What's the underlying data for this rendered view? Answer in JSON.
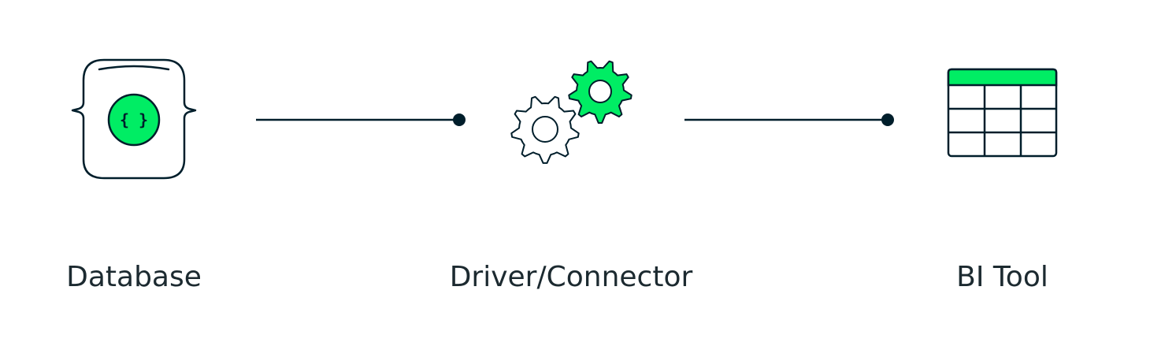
{
  "diagram": {
    "nodes": [
      {
        "id": "database",
        "label": "Database",
        "icon": "database-icon"
      },
      {
        "id": "driver",
        "label": "Driver/Connector",
        "icon": "gears-icon"
      },
      {
        "id": "bi-tool",
        "label": "BI Tool",
        "icon": "table-icon"
      }
    ],
    "database_badge_text": "{ }",
    "edges": [
      {
        "from": "database",
        "to": "driver"
      },
      {
        "from": "driver",
        "to": "bi-tool"
      }
    ]
  },
  "colors": {
    "accent": "#00ED64",
    "stroke": "#001E2B",
    "text": "#1C2A30",
    "background": "#FFFFFF"
  }
}
